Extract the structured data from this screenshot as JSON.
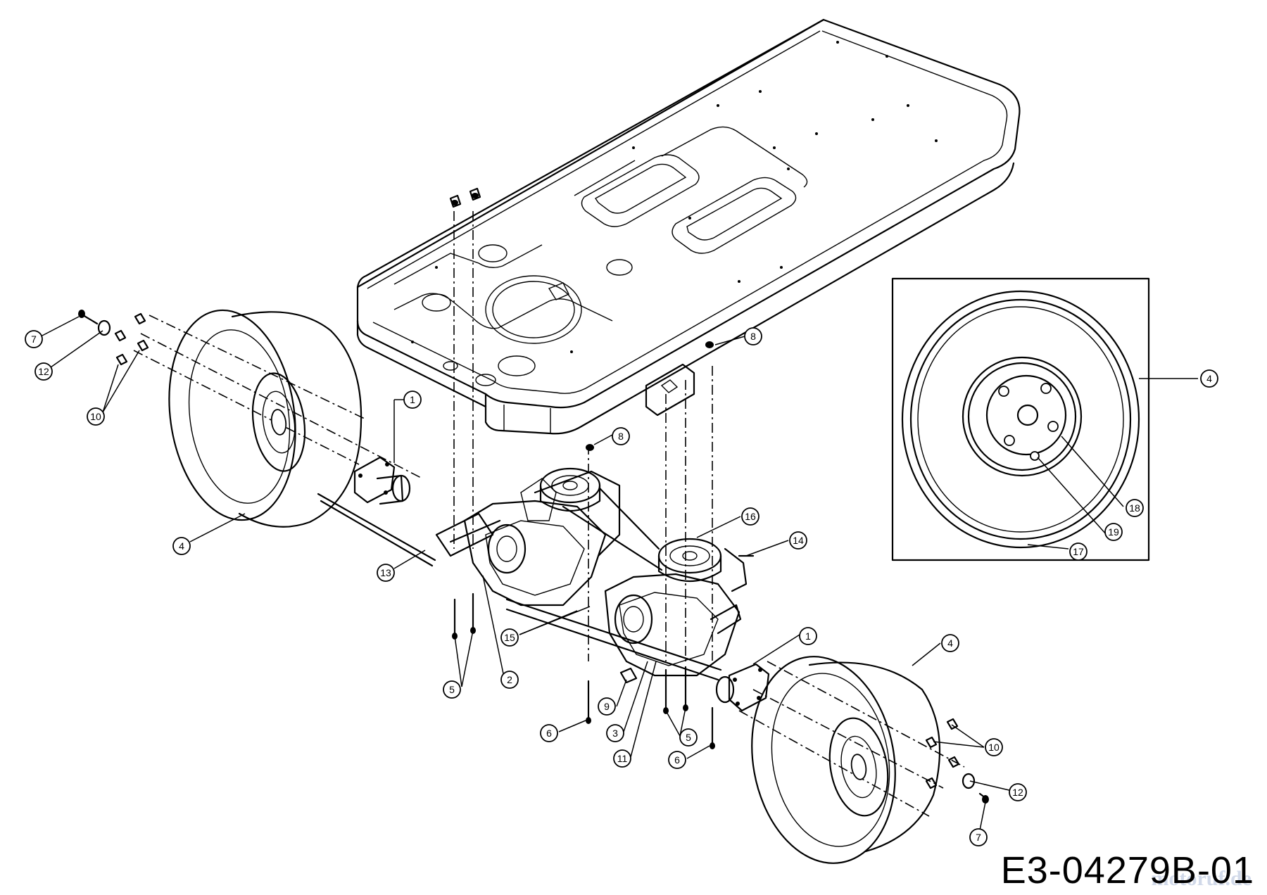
{
  "drawing_code": "E3-04279B-01",
  "watermark": "motoruf.de",
  "callouts": [
    {
      "id": "c7a",
      "label": "7"
    },
    {
      "id": "c12a",
      "label": "12"
    },
    {
      "id": "c10a",
      "label": "10"
    },
    {
      "id": "c4a",
      "label": "4"
    },
    {
      "id": "c1a",
      "label": "1"
    },
    {
      "id": "c13",
      "label": "13"
    },
    {
      "id": "c8a",
      "label": "8"
    },
    {
      "id": "c8b",
      "label": "8"
    },
    {
      "id": "c16",
      "label": "16"
    },
    {
      "id": "c14",
      "label": "14"
    },
    {
      "id": "c15",
      "label": "15"
    },
    {
      "id": "c2",
      "label": "2"
    },
    {
      "id": "c5a",
      "label": "5"
    },
    {
      "id": "c9",
      "label": "9"
    },
    {
      "id": "c3",
      "label": "3"
    },
    {
      "id": "c11",
      "label": "11"
    },
    {
      "id": "c6a",
      "label": "6"
    },
    {
      "id": "c5b",
      "label": "5"
    },
    {
      "id": "c6b",
      "label": "6"
    },
    {
      "id": "c1b",
      "label": "1"
    },
    {
      "id": "c4b",
      "label": "4"
    },
    {
      "id": "c10b",
      "label": "10"
    },
    {
      "id": "c12b",
      "label": "12"
    },
    {
      "id": "c7b",
      "label": "7"
    },
    {
      "id": "c4c",
      "label": "4"
    },
    {
      "id": "c18",
      "label": "18"
    },
    {
      "id": "c19",
      "label": "19"
    },
    {
      "id": "c17",
      "label": "17"
    }
  ]
}
